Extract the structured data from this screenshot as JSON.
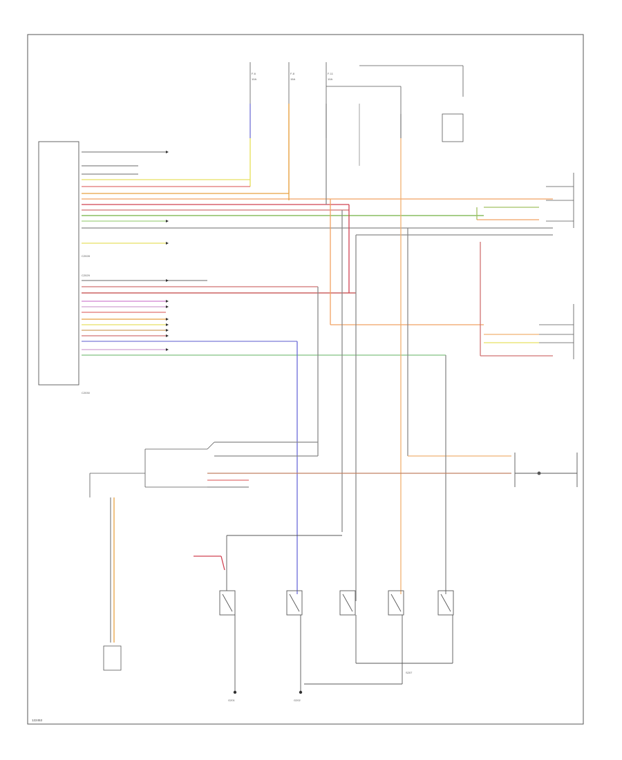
{
  "diagram": {
    "connector_labels": {
      "left_top": "C2028",
      "left_mid": "C2029",
      "left_bottom": "C2030",
      "splice": "S207"
    },
    "fuse_labels": {
      "f1_id": "F-6",
      "f1_rating": "10A",
      "f2_id": "F-8",
      "f2_rating": "15A",
      "f3_id": "F-11",
      "f3_rating": "10A"
    },
    "ground_labels": {
      "g1": "G201",
      "g2": "G202"
    },
    "footer_code": "122453"
  }
}
